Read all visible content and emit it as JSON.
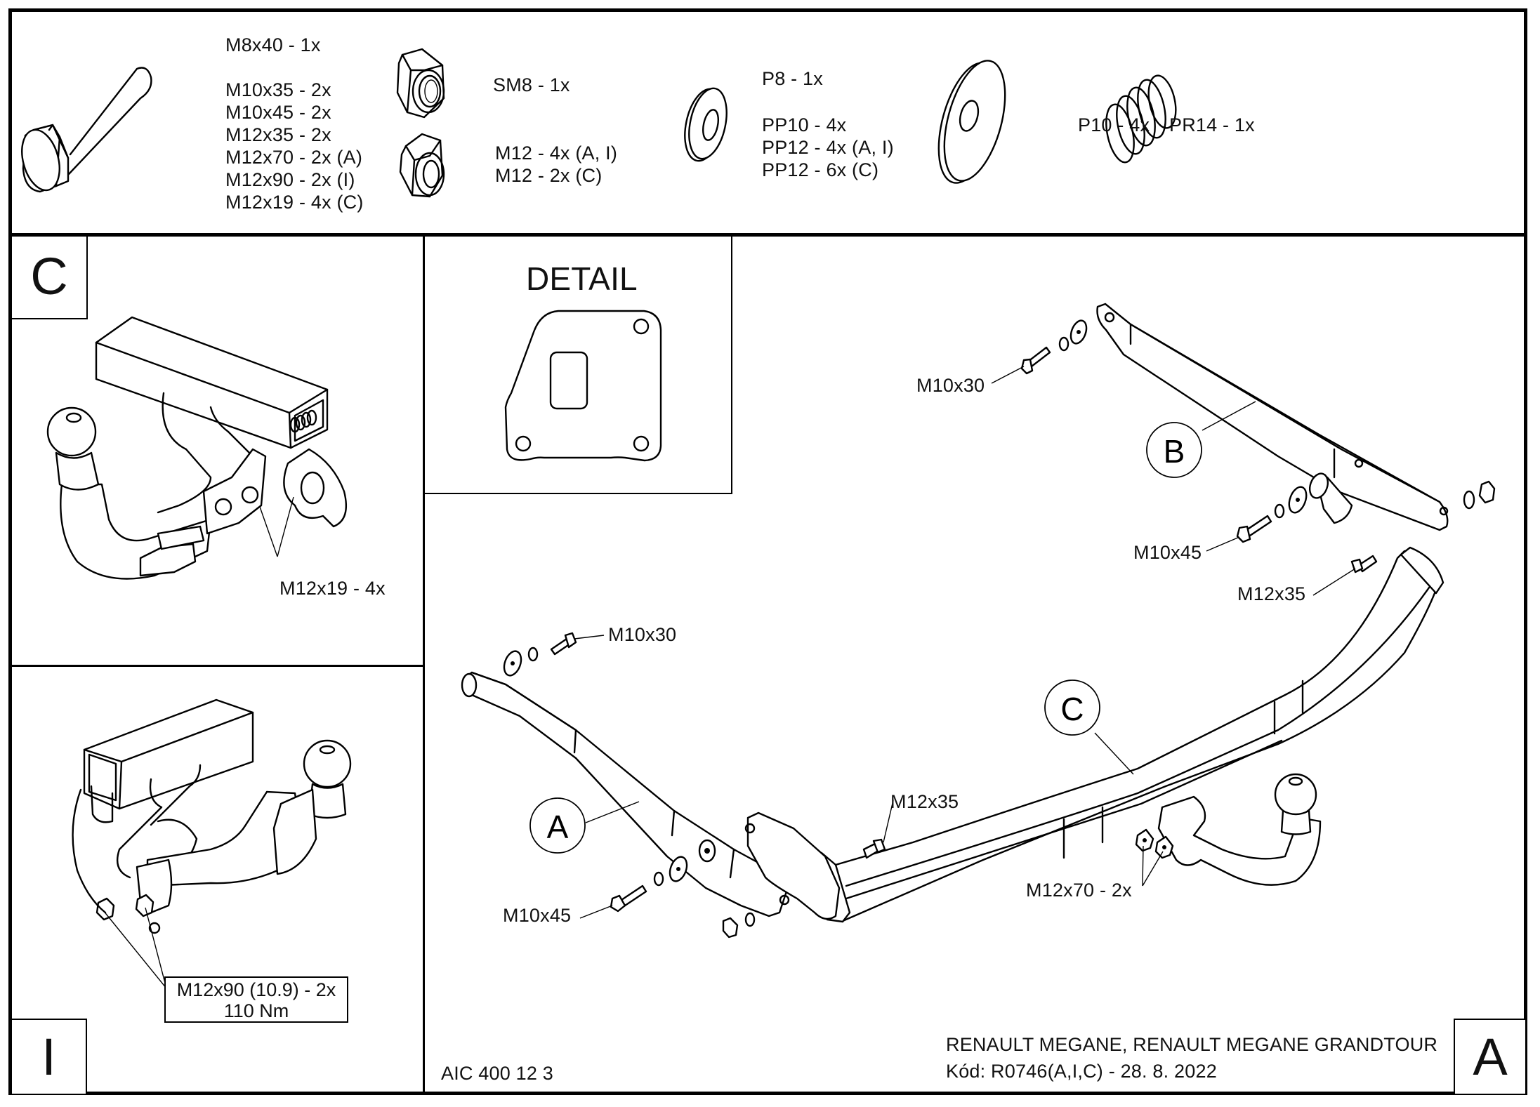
{
  "parts_list": {
    "bolts": {
      "icon": "hex-bolt-icon",
      "items": [
        "M8x40 - 1x",
        "",
        "M10x35 - 2x",
        "M10x45 - 2x",
        "M12x35 - 2x",
        "M12x70 - 2x (A)",
        "M12x90 - 2x (I)",
        "M12x19 - 4x (C)"
      ]
    },
    "lock_nut": {
      "icon": "lock-nut-icon",
      "items": [
        "SM8 - 1x"
      ]
    },
    "hex_nuts": {
      "icon": "hex-nut-icon",
      "items": [
        "M12 - 4x (A, I)",
        "M12 - 2x (C)"
      ]
    },
    "washers": {
      "icon": "washer-icon",
      "items": [
        "P8 - 1x",
        "",
        "PP10 - 4x",
        "PP12 - 4x (A, I)",
        "PP12 - 6x (C)"
      ]
    },
    "large_washer": {
      "icon": "large-washer-icon",
      "items": [
        "P10 - 4x"
      ]
    },
    "spring": {
      "icon": "coil-spring-icon",
      "items": [
        "PR14 - 1x"
      ]
    }
  },
  "panel_c": {
    "variant_label": "C",
    "callout": "M12x19 - 4x"
  },
  "panel_i": {
    "variant_label": "I",
    "callout_line1": "M12x90 (10.9) - 2x",
    "callout_line2": "110 Nm"
  },
  "detail": {
    "title": "DETAIL"
  },
  "main_assembly": {
    "part_callouts": [
      "A",
      "B",
      "C"
    ],
    "fastener_labels": {
      "b_top": "M10x30",
      "b_mid": "M10x45",
      "b_low": "M12x35",
      "a_top": "M10x30",
      "a_low": "M10x45",
      "center": "M12x35",
      "ball": "M12x70 - 2x"
    }
  },
  "footer": {
    "product_code": "AIC 400 12 3",
    "vehicle": "RENAULT MEGANE, RENAULT MEGANE GRANDTOUR",
    "code_line": "Kód: R0746(A,I,C) - 28. 8. 2022",
    "variant_label": "A"
  }
}
